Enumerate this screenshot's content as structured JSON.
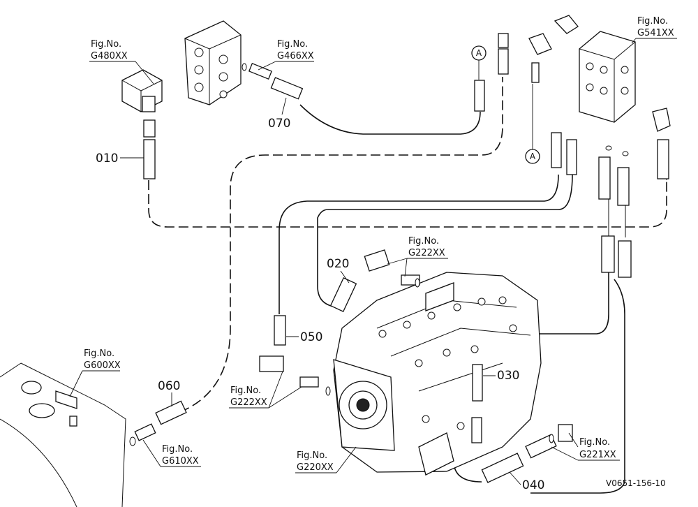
{
  "callouts": {
    "fig_g480": {
      "prefix": "Fig.No.",
      "code": "G480XX"
    },
    "fig_g466": {
      "prefix": "Fig.No.",
      "code": "G466XX"
    },
    "fig_g541": {
      "prefix": "Fig.No.",
      "code": "G541XX"
    },
    "fig_g222_top": {
      "prefix": "Fig.No.",
      "code": "G222XX"
    },
    "fig_g600": {
      "prefix": "Fig.No.",
      "code": "G600XX"
    },
    "fig_g222_mid": {
      "prefix": "Fig.No.",
      "code": "G222XX"
    },
    "fig_g610": {
      "prefix": "Fig.No.",
      "code": "G610XX"
    },
    "fig_g220": {
      "prefix": "Fig.No.",
      "code": "G220XX"
    },
    "fig_g221": {
      "prefix": "Fig.No.",
      "code": "G221XX"
    }
  },
  "parts": {
    "p010": "010",
    "p020": "020",
    "p030": "030",
    "p040": "040",
    "p050": "050",
    "p060": "060",
    "p070": "070"
  },
  "refs": {
    "a_top": "A",
    "a_mid": "A"
  },
  "drawing_code": "V0651-156-10"
}
